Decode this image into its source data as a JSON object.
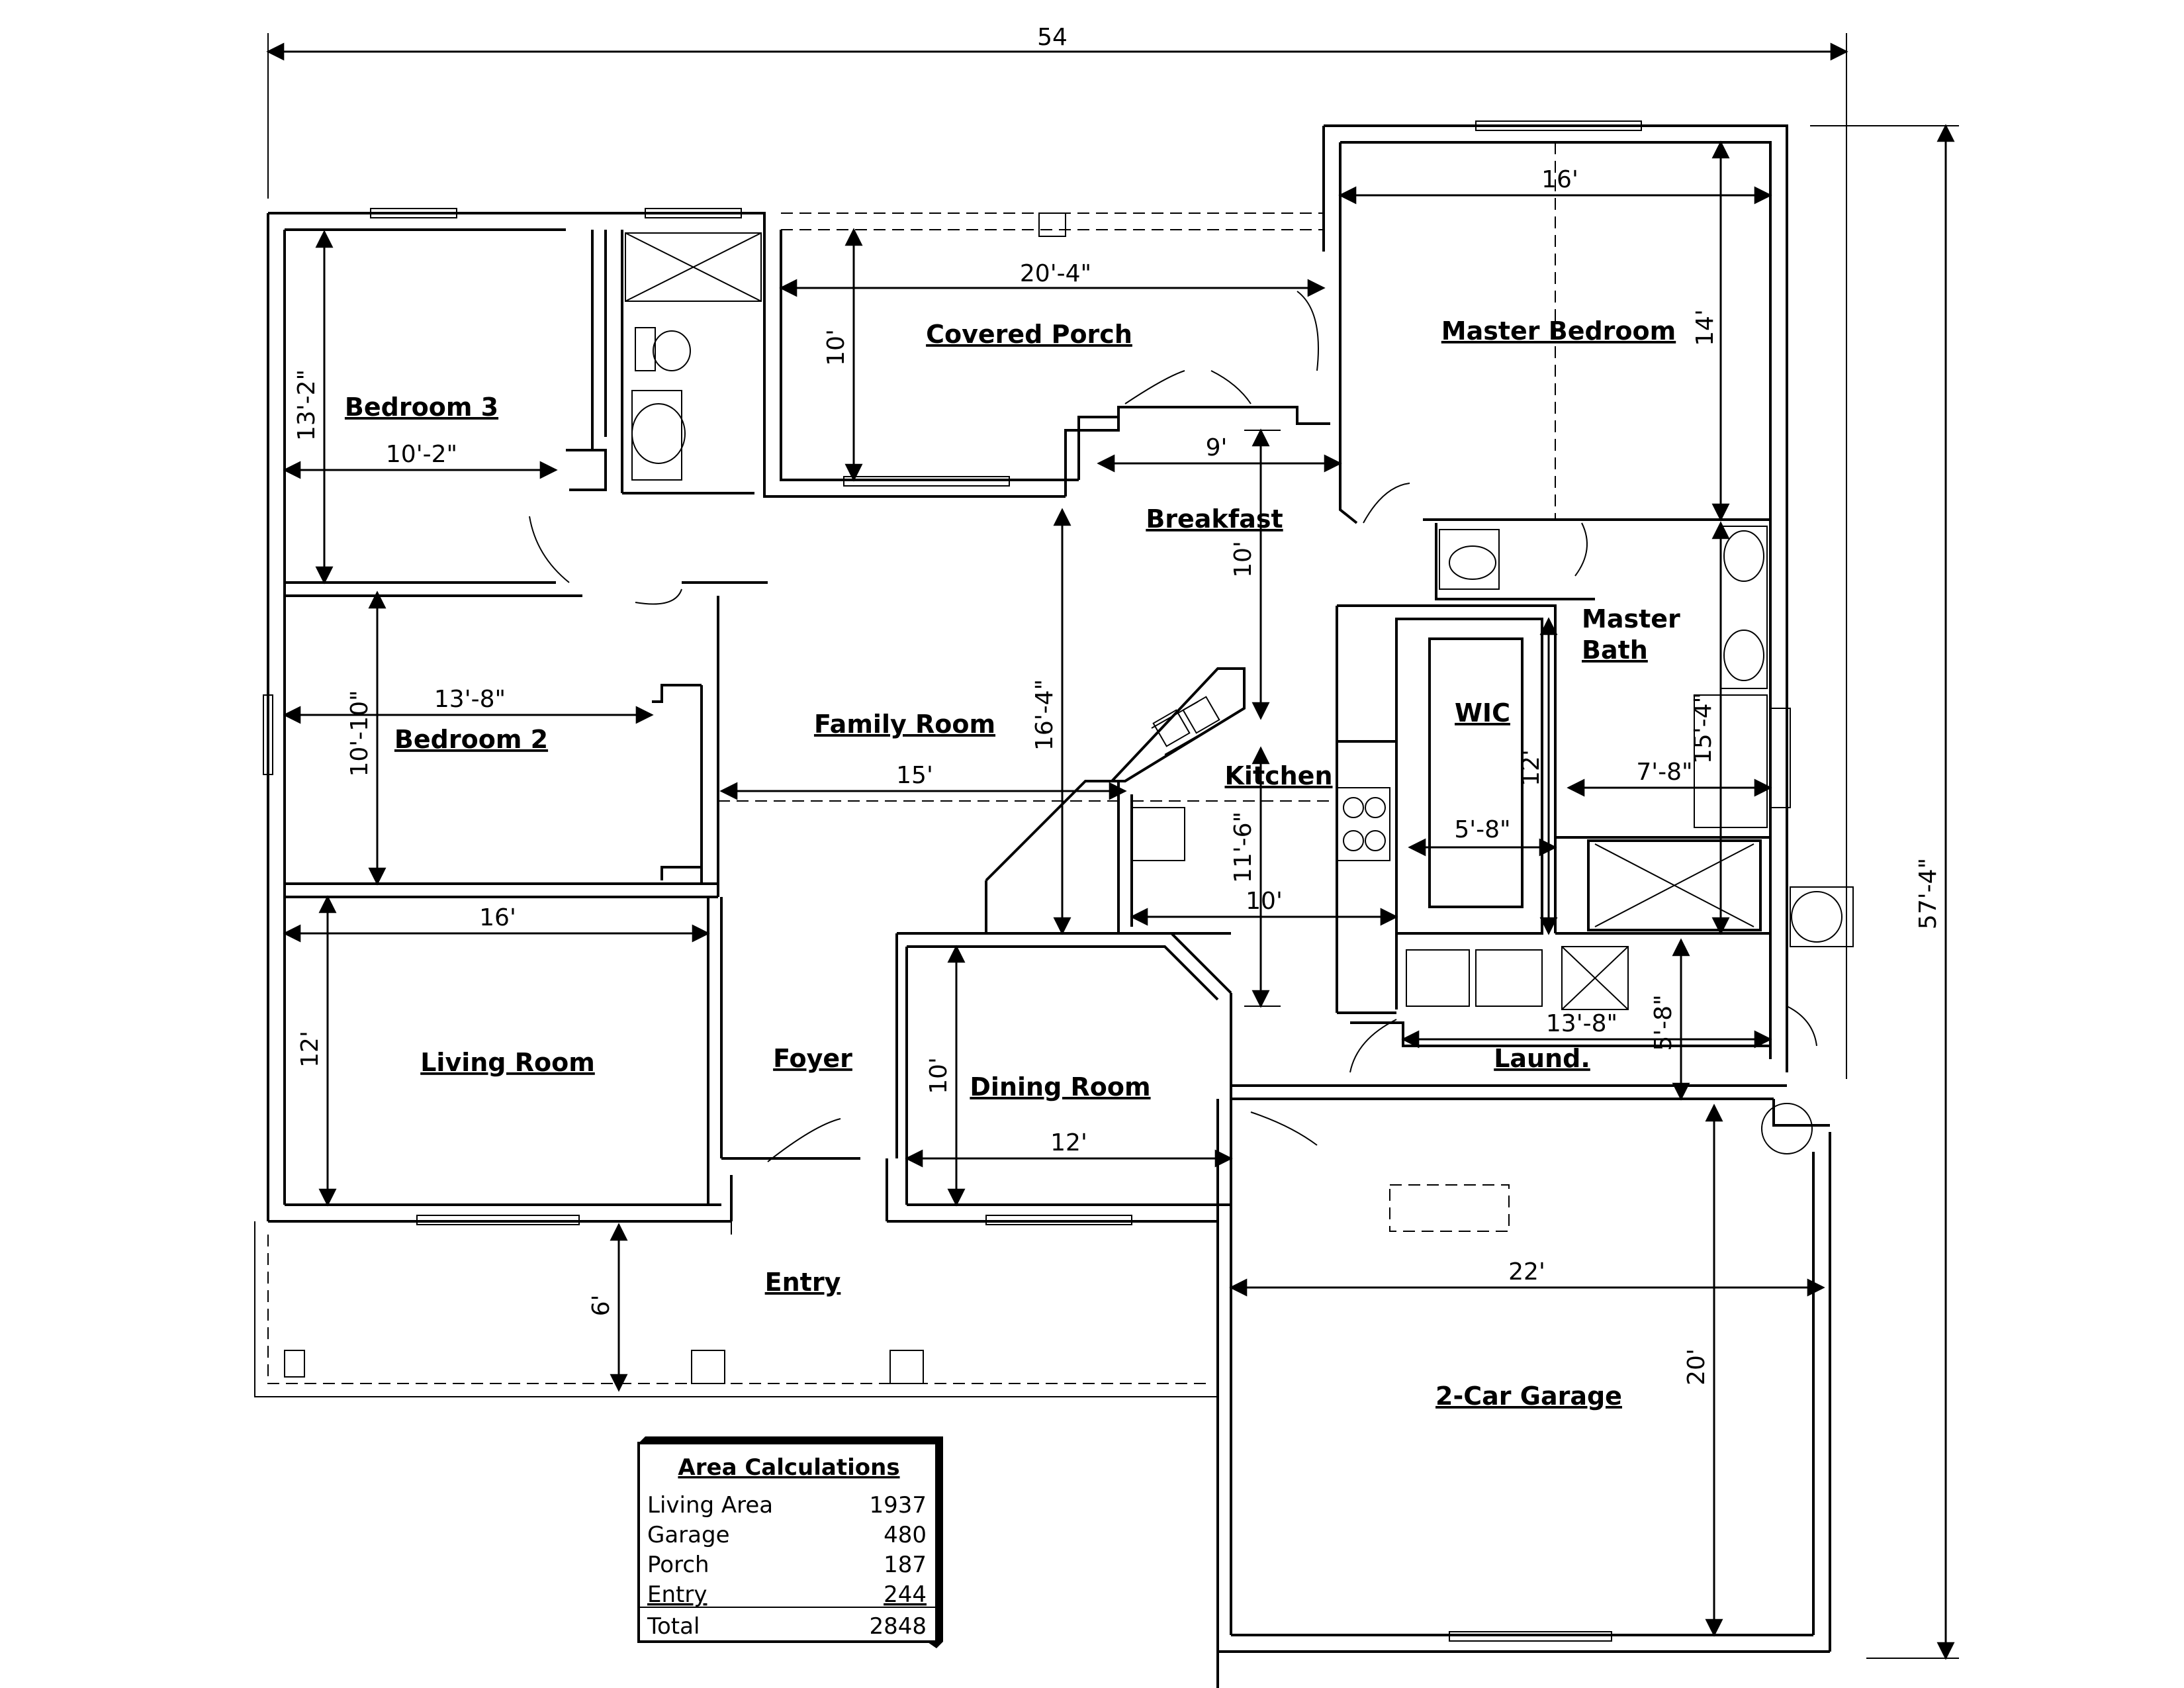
{
  "rooms": {
    "covered_porch": "Covered Porch",
    "master_bedroom": "Master Bedroom",
    "bedroom3": "Bedroom 3",
    "breakfast": "Breakfast",
    "master_bath": "Master Bath",
    "wic": "WIC",
    "bedroom2": "Bedroom 2",
    "family_room": "Family Room",
    "kitchen": "Kitchen",
    "living_room": "Living Room",
    "foyer": "Foyer",
    "dining_room": "Dining Room",
    "laundry": "Laund.",
    "entry": "Entry",
    "garage": "2-Car Garage"
  },
  "dimensions": {
    "overall_width": "54",
    "overall_depth": "57'-4\"",
    "master_width": "16'",
    "master_depth": "14'",
    "porch_width": "20'-4\"",
    "porch_depth": "10'",
    "breakfast_width": "9'",
    "breakfast_depth": "10'",
    "bed3_depth": "13'-2\"",
    "bed3_width": "10'-2\"",
    "bed2_width": "13'-8\"",
    "bed2_depth": "10'-10\"",
    "family_width": "15'",
    "family_depth": "16'-4\"",
    "kitchen_depth": "11'-6\"",
    "kitchen_width": "10'",
    "wic_width": "5'-8\"",
    "wic_depth": "12'",
    "bath_width": "7'-8\"",
    "bath_depth": "15'-4\"",
    "living_width": "16'",
    "living_depth": "12'",
    "dining_depth": "10'",
    "dining_width": "12'",
    "laundry_width": "13'-8\"",
    "laundry_depth": "5'-8\"",
    "entry_depth": "6'",
    "garage_width": "22'",
    "garage_depth": "20'"
  },
  "area_calculations": {
    "title": "Area Calculations",
    "rows": [
      {
        "label": "Living Area",
        "value": "1937"
      },
      {
        "label": "Garage",
        "value": "480"
      },
      {
        "label": "Porch",
        "value": "187"
      },
      {
        "label": "Entry",
        "value": "244"
      },
      {
        "label": "Total",
        "value": "2848"
      }
    ]
  }
}
